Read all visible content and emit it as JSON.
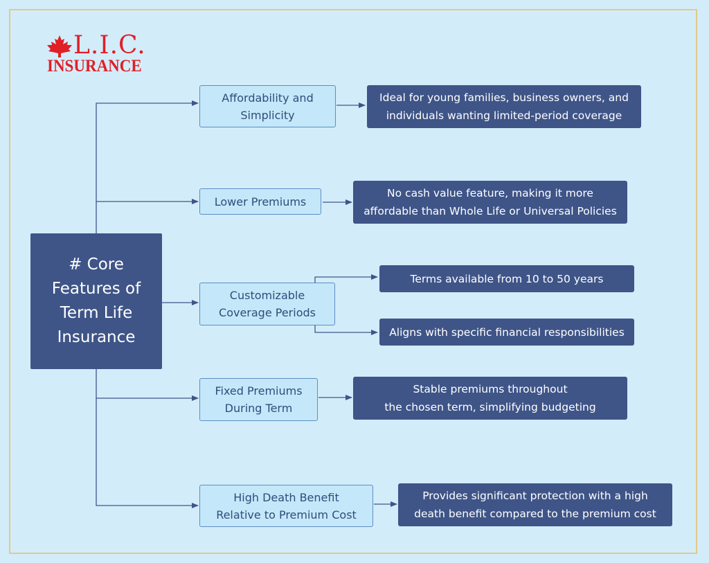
{
  "logo": {
    "title": "L.I.C.",
    "subtitle": "INSURANCE",
    "icon": "maple-leaf-icon",
    "color": "#e01f26"
  },
  "central": {
    "label": "# Core\nFeatures of\nTerm Life\nInsurance"
  },
  "features": [
    {
      "label": "Affordability and\nSimplicity"
    },
    {
      "label": "Lower Premiums"
    },
    {
      "label": "Customizable\nCoverage Periods"
    },
    {
      "label": "Fixed Premiums\nDuring Term"
    },
    {
      "label": "High Death Benefit\nRelative to Premium Cost"
    }
  ],
  "descriptions": [
    {
      "label": "Ideal for young families, business owners, and\nindividuals wanting limited-period coverage"
    },
    {
      "label": "No cash value feature, making it more\naffordable than Whole Life or Universal Policies"
    },
    {
      "label": "Terms available from 10 to 50 years"
    },
    {
      "label": "Aligns with specific financial responsibilities"
    },
    {
      "label": "Stable premiums throughout\nthe chosen term, simplifying budgeting"
    },
    {
      "label": "Provides significant protection with a high\ndeath benefit compared to the premium cost"
    }
  ],
  "colors": {
    "background": "#d3ecfa",
    "border": "#e2c98d",
    "dark_box": "#3f5588",
    "light_box": "#c4e8f9",
    "connector": "#3f5588"
  }
}
